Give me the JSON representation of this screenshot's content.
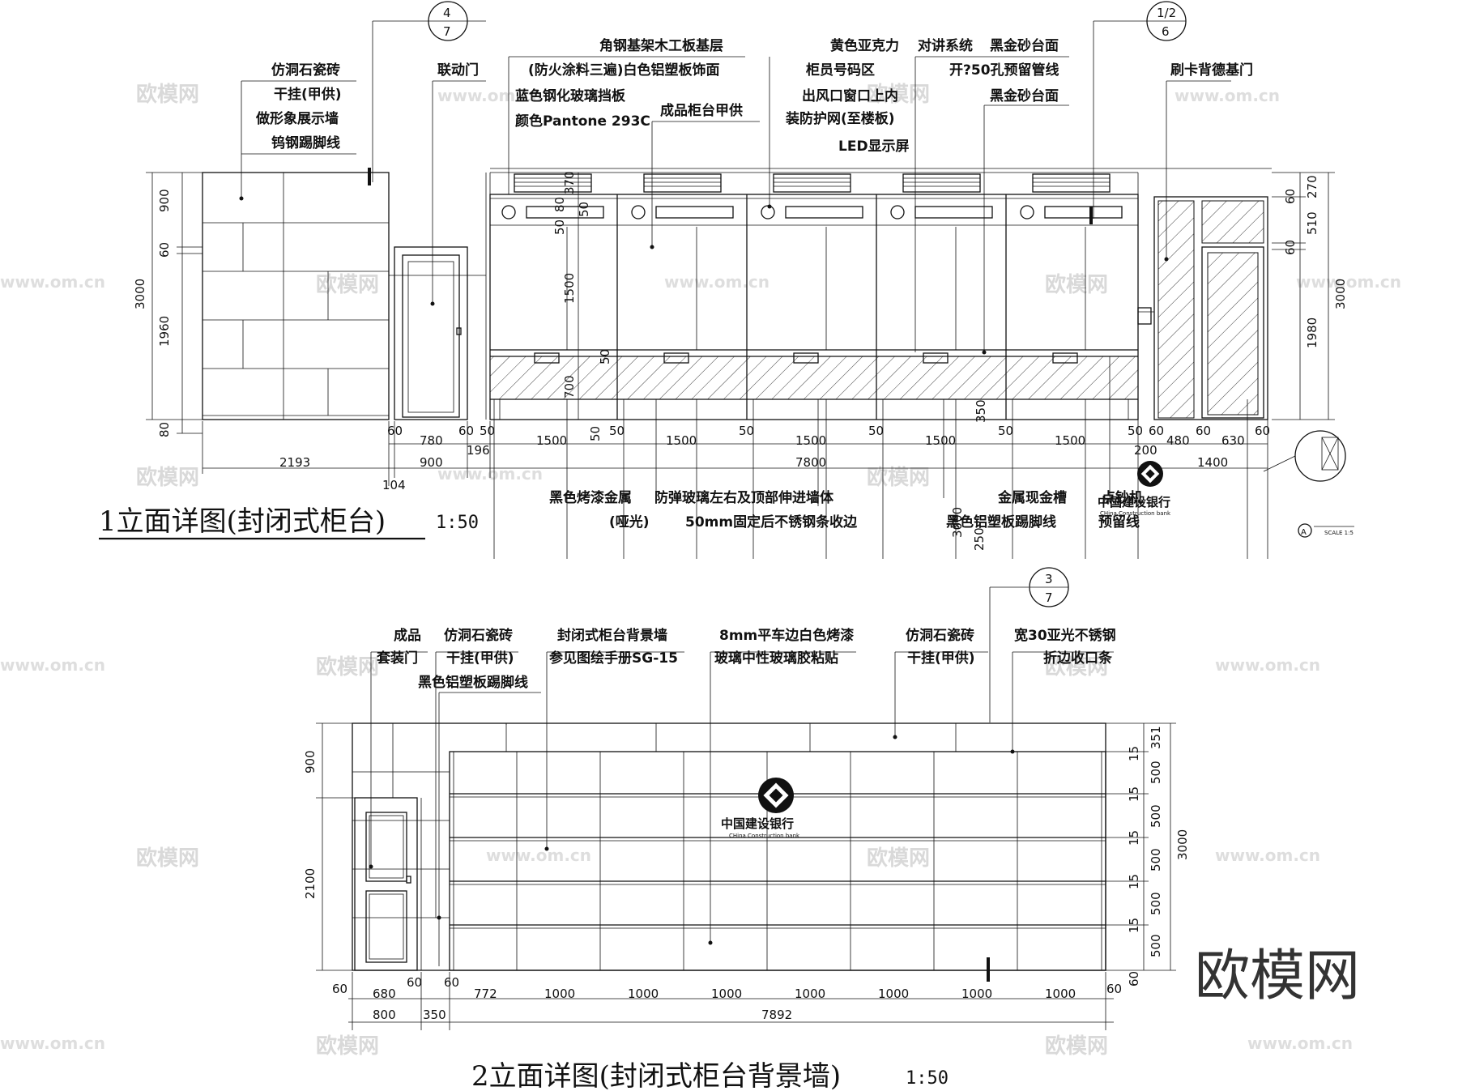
{
  "title1": "1立面详图(封闭式柜台)",
  "scale1": "1:50",
  "title2": "2立面详图(封闭式柜台背景墙)",
  "scale2": "1:50",
  "bigWatermark": "欧模网",
  "watermarkText": "欧模网",
  "watermarkUrl": "www.om.cn",
  "bankNameCn": "中国建设银行",
  "bankNameEn": "CHina Construction bank",
  "sectionRef1": {
    "top": "4",
    "bottom": "7"
  },
  "sectionRef2": {
    "top": "1/2",
    "bottom": "6"
  },
  "sectionRef3": {
    "top": "3",
    "bottom": "7"
  },
  "elev1Labels": {
    "a1": "仿洞石瓷砖",
    "a2": "干挂(甲供)",
    "a3": "做形象展示墙",
    "a4": "钨钢踢脚线",
    "b1": "联动门",
    "c1": "角钢基架木工板基层",
    "c2": "(防火涂料三遍)白色铝塑板饰面",
    "c3": "蓝色钢化玻璃挡板",
    "c4": "颜色Pantone 293C",
    "d1": "成品柜台甲供",
    "e1": "黄色亚克力",
    "e2": "柜员号码区",
    "e3": "出风口窗口上内",
    "e4": "装防护网(至楼板)",
    "e5": "LED显示屏",
    "f1": "对讲系统",
    "f2": "黑金砂台面",
    "f3": "开?50孔预留管线",
    "f4": "黑金砂台面",
    "g1": "刷卡背德基门",
    "h1": "黑色烤漆金属",
    "h2": "(哑光)",
    "i1": "防弹玻璃左右及顶部伸进墙体",
    "i2": "50mm固定后不锈钢条收边",
    "j1": "金属现金槽",
    "j2": "黑色铝塑板踢脚线",
    "k1": "点钞机",
    "k2": "预留线"
  },
  "elev1Dims": {
    "left": [
      "900",
      "60",
      "1960",
      "80"
    ],
    "leftTotal": "3000",
    "right": [
      "270",
      "60",
      "510",
      "60",
      "1980"
    ],
    "rightTotal": "3000",
    "inner": [
      "370",
      "80",
      "50",
      "50",
      "1500",
      "50",
      "700",
      "50"
    ],
    "bottom1": [
      "60",
      "780",
      "60",
      "50",
      "1500",
      "50",
      "1500",
      "50",
      "1500",
      "50",
      "1500",
      "50",
      "1500",
      "50",
      "60",
      "480",
      "60",
      "630",
      "60"
    ],
    "bottom2": [
      "2193",
      "900",
      "196",
      "7800",
      "200",
      "1400"
    ],
    "bottom3": [
      "104"
    ],
    "extra": [
      "350",
      "3000",
      "250"
    ]
  },
  "elev2Labels": {
    "a1": "成品",
    "a2": "套装门",
    "b1": "仿洞石瓷砖",
    "b2": "干挂(甲供)",
    "b3": "黑色铝塑板踢脚线",
    "c1": "封闭式柜台背景墙",
    "c2": "参见图绘手册SG-15",
    "d1": "8mm平车边白色烤漆",
    "d2": "玻璃中性玻璃胶粘贴",
    "e1": "仿洞石瓷砖",
    "e2": "干挂(甲供)",
    "f1": "宽30亚光不锈钢",
    "f2": "折边收口条"
  },
  "elev2Dims": {
    "left": [
      "900",
      "2100"
    ],
    "right": [
      "351",
      "15",
      "500",
      "15",
      "500",
      "15",
      "500",
      "15",
      "500",
      "15",
      "500",
      "60"
    ],
    "rightTotal": "3000",
    "bottom1": [
      "60",
      "680",
      "60",
      "60",
      "772",
      "1000",
      "1000",
      "1000",
      "1000",
      "1000",
      "1000",
      "1000",
      "60"
    ],
    "bottom2": [
      "800",
      "350",
      "7892"
    ]
  },
  "detailLabel": "A",
  "detailScale": "SCALE 1:5"
}
